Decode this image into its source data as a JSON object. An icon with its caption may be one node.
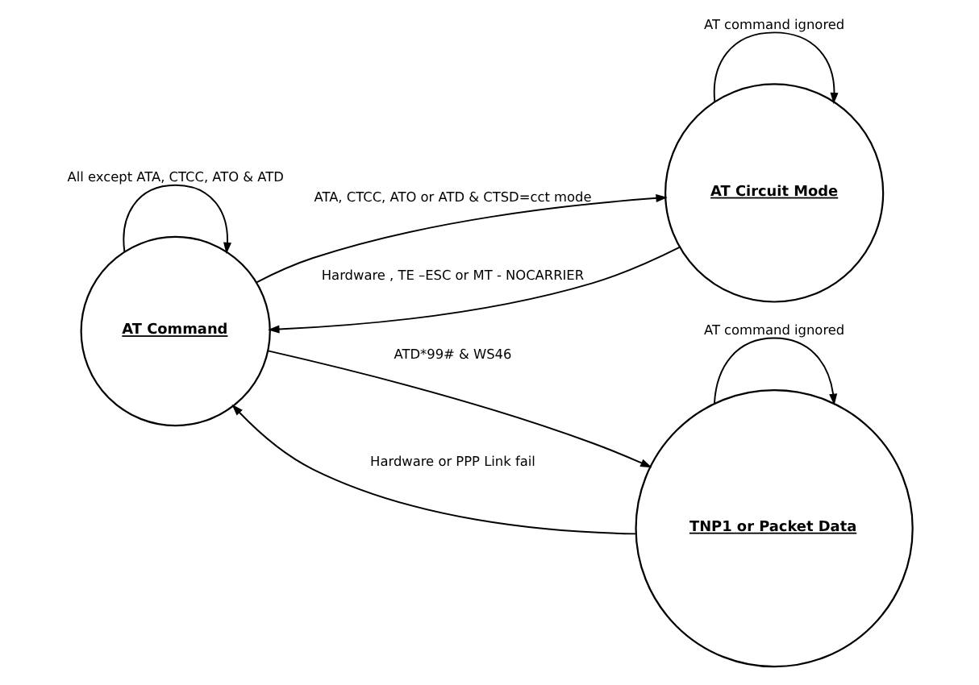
{
  "diagram": {
    "nodes": [
      {
        "text": [
          "AT Command"
        ]
      },
      {
        "text": [
          "AT Circuit Mode"
        ]
      },
      {
        "text": [
          "TNP1 or Packet Data"
        ]
      }
    ],
    "edges": [
      {
        "from": 0,
        "to": 0,
        "arrow": "to",
        "label": "All except ATA, CTCC, ATO & ATD"
      },
      {
        "from": 0,
        "to": 1,
        "arrow": "to",
        "label": "ATA, CTCC, ATO or ATD & CTSD=cct mode"
      },
      {
        "from": 1,
        "to": 0,
        "arrow": "to",
        "label": "Hardware , TE –ESC or MT - NOCARRIER"
      },
      {
        "from": 1,
        "to": 1,
        "arrow": "to",
        "label": "AT command ignored"
      },
      {
        "from": 0,
        "to": 2,
        "arrow": "to",
        "label": "ATD*99# & WS46"
      },
      {
        "from": 2,
        "to": 0,
        "arrow": "to",
        "label": "Hardware or PPP Link fail"
      },
      {
        "from": 2,
        "to": 2,
        "arrow": "to",
        "label": "AT command ignored"
      }
    ]
  }
}
